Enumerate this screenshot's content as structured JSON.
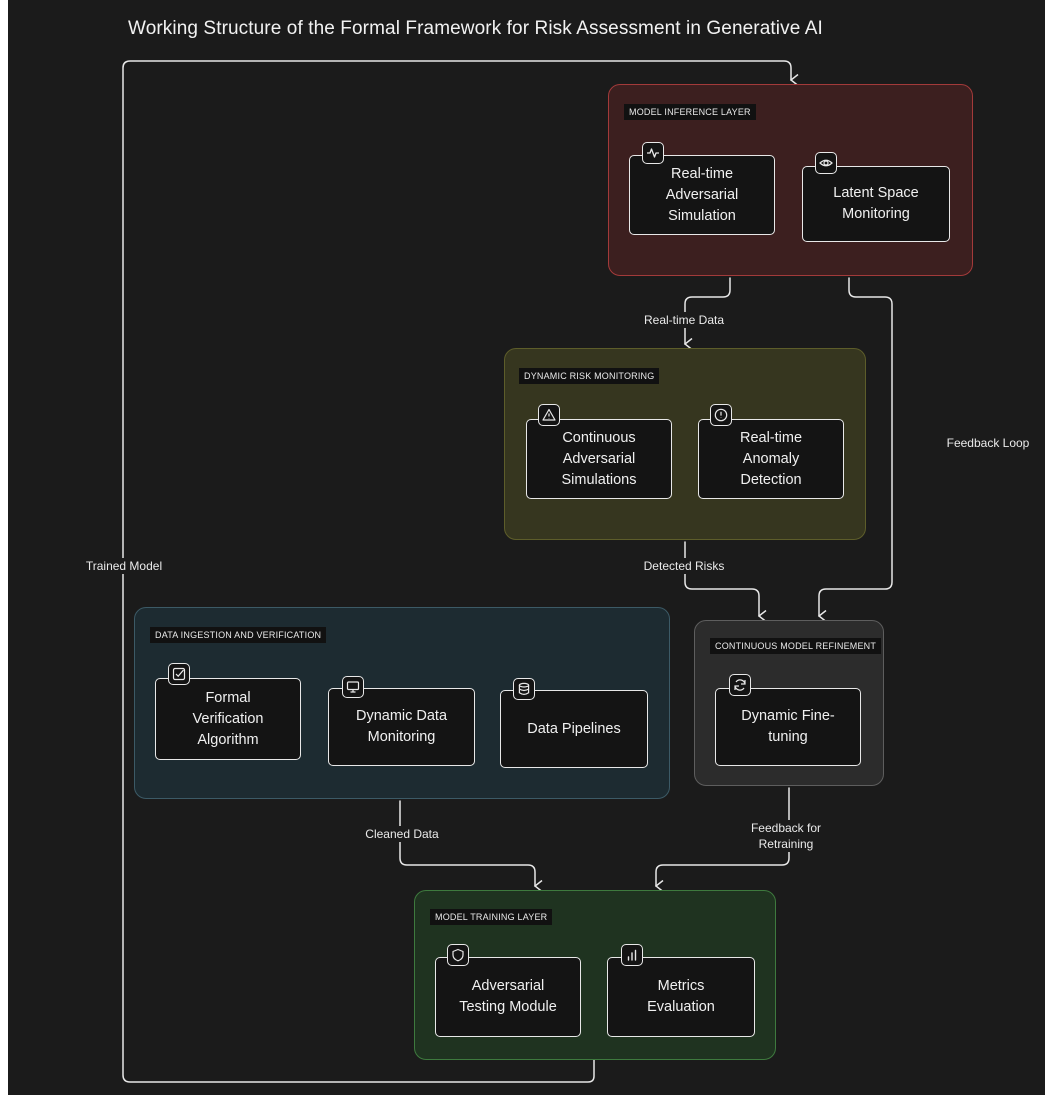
{
  "title": "Working Structure of the Formal Framework for Risk Assessment in Generative AI",
  "groups": {
    "inference": {
      "label": "MODEL INFERENCE LAYER",
      "color": "#3c1f1f"
    },
    "monitor": {
      "label": "DYNAMIC RISK MONITORING",
      "color": "#36361f"
    },
    "ingest": {
      "label": "DATA INGESTION AND VERIFICATION",
      "color": "#1d2b31"
    },
    "refine": {
      "label": "CONTINUOUS MODEL REFINEMENT",
      "color": "#2c2c2c"
    },
    "training": {
      "label": "MODEL TRAINING LAYER",
      "color": "#1f3320"
    }
  },
  "nodes": {
    "adv_sim": {
      "label": "Real-time\nAdversarial\nSimulation",
      "icon": "activity-icon"
    },
    "latent": {
      "label": "Latent Space\nMonitoring",
      "icon": "eye-icon"
    },
    "cont_adv": {
      "label": "Continuous\nAdversarial\nSimulations",
      "icon": "warning-icon"
    },
    "anomaly": {
      "label": "Real-time\nAnomaly\nDetection",
      "icon": "alert-circle-icon"
    },
    "formal": {
      "label": "Formal\nVerification\nAlgorithm",
      "icon": "checkbox-icon"
    },
    "dyn_data": {
      "label": "Dynamic Data\nMonitoring",
      "icon": "monitor-icon"
    },
    "pipelines": {
      "label": "Data Pipelines",
      "icon": "database-icon"
    },
    "finetune": {
      "label": "Dynamic Fine-\ntuning",
      "icon": "refresh-icon"
    },
    "adv_test": {
      "label": "Adversarial\nTesting Module",
      "icon": "shield-icon"
    },
    "metrics": {
      "label": "Metrics\nEvaluation",
      "icon": "bar-chart-icon"
    }
  },
  "edges": {
    "realtime_data": "Real-time Data",
    "feedback_loop": "Feedback Loop",
    "detected_risks": "Detected Risks",
    "trained_model": "Trained Model",
    "cleaned_data": "Cleaned Data",
    "feedback_retraining": "Feedback for\nRetraining"
  }
}
